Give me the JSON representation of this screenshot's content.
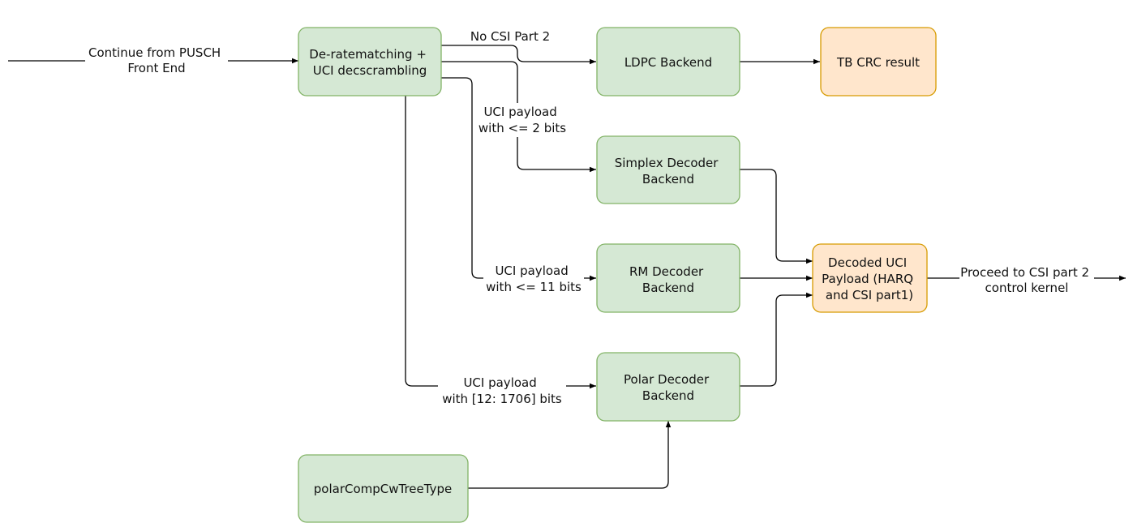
{
  "nodes": {
    "input_label": [
      "Continue from PUSCH",
      "Front End"
    ],
    "derate": [
      "De-ratematching +",
      "UCI decscrambling"
    ],
    "ldpc": [
      "LDPC Backend"
    ],
    "tbcrc": [
      "TB CRC result"
    ],
    "simplex": [
      "Simplex Decoder",
      "Backend"
    ],
    "rm": [
      "RM Decoder",
      "Backend"
    ],
    "polar": [
      "Polar Decoder",
      "Backend"
    ],
    "decoded": [
      "Decoded UCI",
      "Payload (HARQ",
      "and CSI part1)"
    ],
    "polarcomp": [
      "polarCompCwTreeType"
    ]
  },
  "edge_labels": {
    "no_csi": [
      "No CSI Part 2"
    ],
    "uci2": [
      "UCI payload",
      "with <= 2 bits"
    ],
    "uci11": [
      "UCI payload",
      "with <= 11 bits"
    ],
    "uci1706": [
      "UCI payload",
      "with [12: 1706] bits"
    ],
    "proceed": [
      "Proceed to CSI part 2",
      "control kernel"
    ]
  },
  "colors": {
    "green_fill": "#d5e8d4",
    "green_stroke": "#82b366",
    "orange_fill": "#ffe6cc",
    "orange_stroke": "#d79b00"
  }
}
